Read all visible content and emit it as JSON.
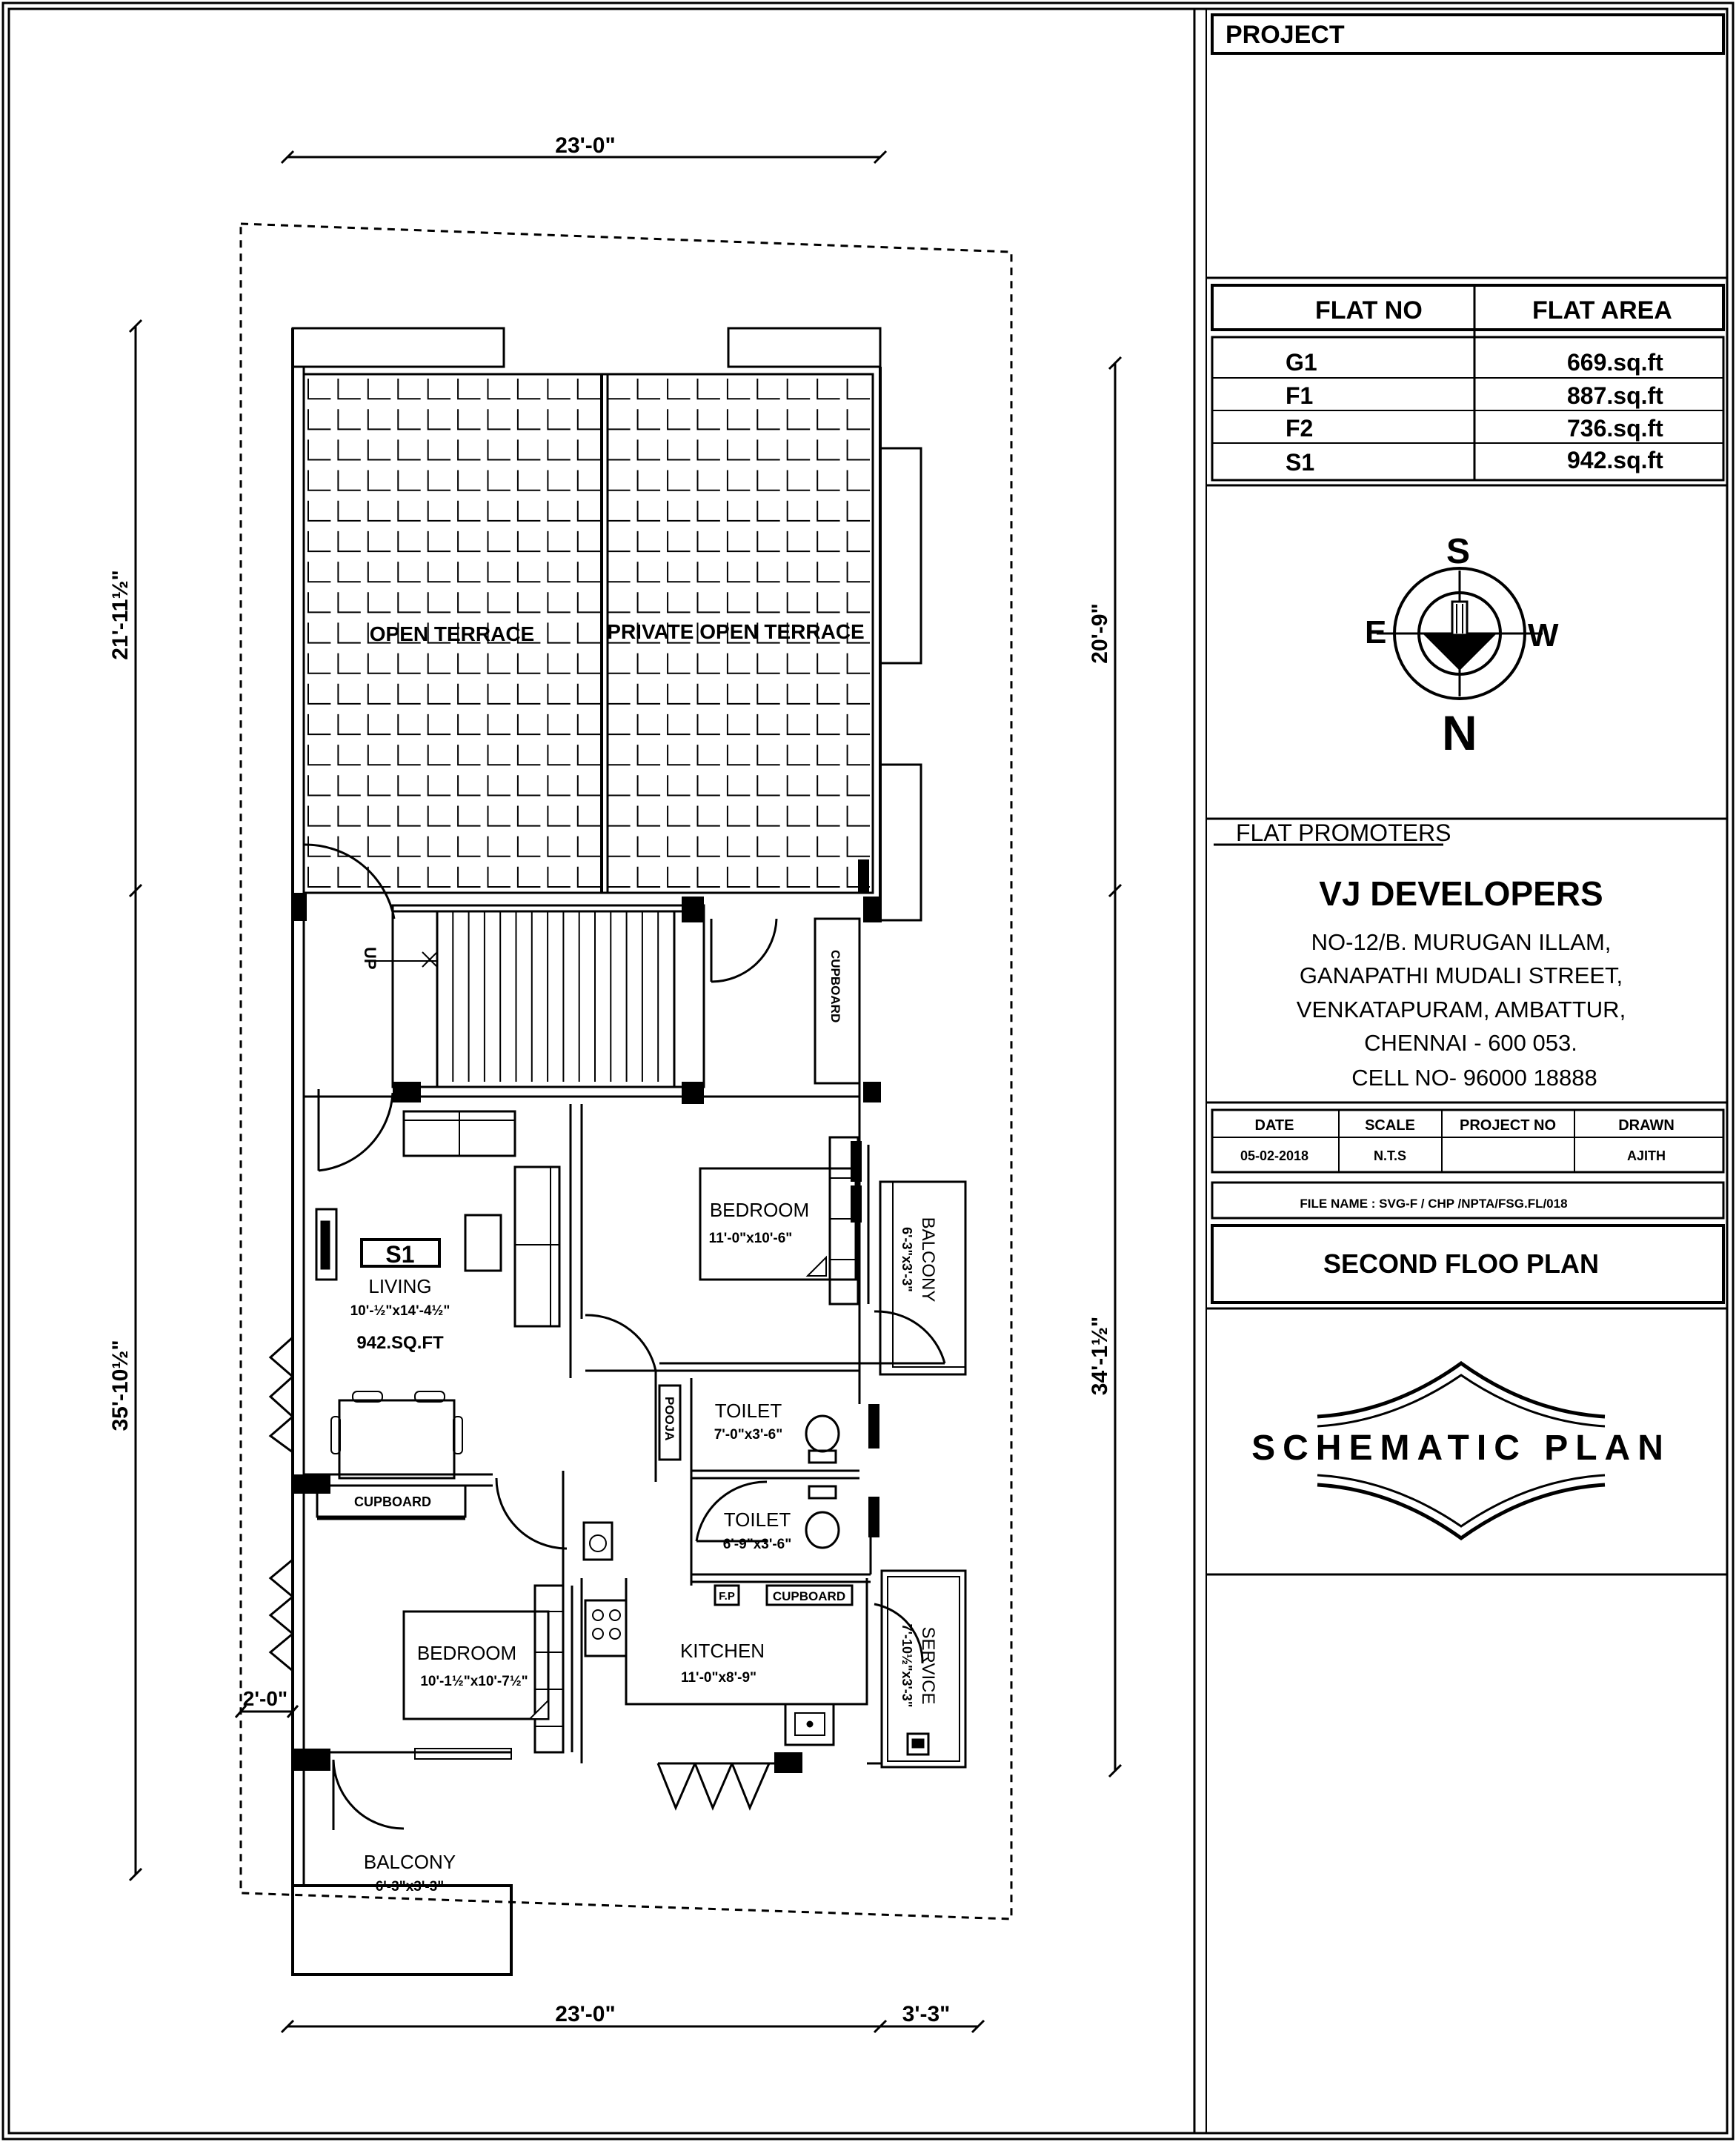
{
  "title_block": {
    "project_label": "PROJECT",
    "area_table": {
      "headers": [
        "FLAT NO",
        "FLAT AREA"
      ],
      "rows": [
        {
          "flat": "G1",
          "area": "669.sq.ft"
        },
        {
          "flat": "F1",
          "area": "887.sq.ft"
        },
        {
          "flat": "F2",
          "area": "736.sq.ft"
        },
        {
          "flat": "S1",
          "area": "942.sq.ft"
        }
      ]
    },
    "compass": {
      "top": "S",
      "left": "E",
      "right": "W",
      "bottom": "N"
    },
    "promoters_label": "FLAT  PROMOTERS",
    "company": "VJ DEVELOPERS",
    "address": [
      "NO-12/B. MURUGAN ILLAM,",
      "GANAPATHI MUDALI STREET,",
      "VENKATAPURAM, AMBATTUR,",
      "CHENNAI - 600 053.",
      "CELL NO- 96000 18888"
    ],
    "info_headers": [
      "DATE",
      "SCALE",
      "PROJECT NO",
      "DRAWN"
    ],
    "info_values": [
      "05-02-2018",
      "N.T.S",
      "",
      "AJITH"
    ],
    "file_name": "FILE NAME : SVG-F / CHP /NPTA/FSG.FL/018",
    "sheet_title": "SECOND  FLOO PLAN",
    "badge": "SCHEMATIC  PLAN"
  },
  "plan": {
    "dims": {
      "top": "23'-0\"",
      "bottom": "23'-0\"",
      "bottom_small": "3'-3\"",
      "left_upper": "21'-11½\"",
      "left_lower": "35'-10½\"",
      "right_upper": "20'-9\"",
      "right_lower": "34'-1½\"",
      "small": "2'-0\""
    },
    "terrace": {
      "left": "OPEN TERRACE",
      "right": "PRIVATE OPEN TERRACE"
    },
    "stair": {
      "up": "UP"
    },
    "unit": {
      "code": "S1",
      "living": "LIVING",
      "living_size": "10'-½\"x14'-4½\"",
      "area": "942.SQ.FT"
    },
    "bedroom1": {
      "name": "BEDROOM",
      "size": "11'-0\"x10'-6\""
    },
    "bedroom2": {
      "name": "BEDROOM",
      "size": "10'-1½\"x10'-7½\""
    },
    "balcony1": {
      "name": "BALCONY",
      "size": "6'-3\"x3'-3\""
    },
    "balcony2": {
      "name": "BALCONY",
      "size": "6'-3\"x3'-3\""
    },
    "toilet1": {
      "name": "TOILET",
      "size": "7'-0\"x3'-6\""
    },
    "toilet2": {
      "name": "TOILET",
      "size": "6'-9\"x3'-6\""
    },
    "kitchen": {
      "name": "KITCHEN",
      "size": "11'-0\"x8'-9\""
    },
    "service": {
      "name": "SERVICE",
      "size": "7'-10½\"x3'-3\""
    },
    "pooja": "POOJA",
    "cupboard_a": "CUPBOARD",
    "cupboard_b": "CUPBOARD",
    "cupboard_c": "CUPBOARD",
    "fridge": "F.P"
  }
}
